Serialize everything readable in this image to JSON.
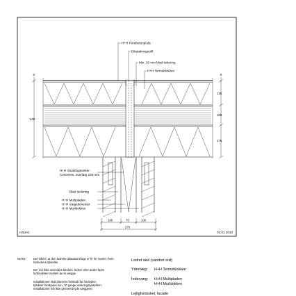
{
  "drawing": {
    "callouts": {
      "porebeton": "H+H Porebetonpuds",
      "dilatation": "Dilatationsprofil",
      "isolering_min": "Min. 20 mm blød isolering",
      "termoblokken": "H+H Termoblokken",
      "studs_line1": "H+H Studsfugeanker.",
      "studs_line2": "Centreres, overlæg 150 mm",
      "blod_isolering": "Blød isolering",
      "multipladen": "H+H Multipladen",
      "vaegelementet": "H+H Vægelementet",
      "murblokken": "H+H Murblokken"
    },
    "dimensions": {
      "d125": "125",
      "d100": "100",
      "d175": "175",
      "d400": "400",
      "h100a": "100",
      "h70": "70",
      "h100b": "100",
      "h270": "270"
    },
    "section_marks": {
      "left": "S",
      "right": "S"
    },
    "code": "H3UA1",
    "date": "01.01.2010"
  },
  "notes": {
    "heading": "NOTE:",
    "p1_line1": "Det sikres, at den lodrette dilatationsfuge er fri for mørtel i hele",
    "p1_line2": "formurens tykkelse.",
    "p2_line1": "Der må ikke anvendes bindere, ledere eller andre faste",
    "p2_line2": "forbindelser mellem de to vægge",
    "p3_line1": "Installationer skal placeres forskudt for hinanden.",
    "p3_line2": "Elsikker forskydes min. 10 gange isoleringstykkelsen.",
    "p3_line3": "Installationer må ikke gennembryde væggene."
  },
  "legend": {
    "title": "Lodret skel (vandret snit)",
    "outer_label": "Ydervæg:",
    "outer_value": "H+H Termoblokken",
    "inner_label": "Indervæg:",
    "inner_value1": "H+H Multipladen",
    "inner_value2": "H+H Murblokken",
    "footer": "Lejlighedsskel, facade"
  }
}
